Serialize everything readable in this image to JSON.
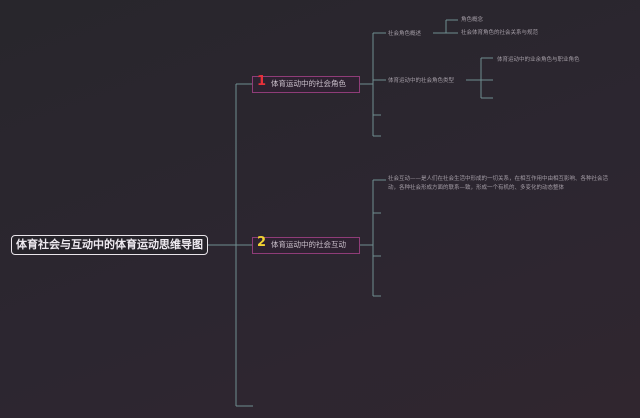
{
  "root": {
    "title": "体育社会与互动中的体育运动思维导图"
  },
  "branches": [
    {
      "number": "1",
      "label": "体育运动中的社会角色"
    },
    {
      "number": "2",
      "label": "体育运动中的社会互动"
    }
  ],
  "branch1": {
    "child1": {
      "label": "社会角色概述",
      "subitems": [
        "角色概念",
        "社会体育角色的社会关系与规范"
      ]
    },
    "child2": {
      "label": "体育运动中的社会角色类型",
      "subitems": [
        "体育运动中的业余角色与职业角色"
      ]
    }
  },
  "branch2": {
    "text": "社会互动——是人们在社会生活中形成的一切关系，在相互作用中由相互影响、各种社会活动，各种社会形成方面的联系—致，形成一个有机的、多变化的动态整体"
  },
  "colors": {
    "background": "#2b262d",
    "connector": "#6f8e90",
    "branch_border": "#8f3c78",
    "root_border": "#e9e4ea",
    "num1": "#e8303a",
    "num2": "#f2d232"
  }
}
